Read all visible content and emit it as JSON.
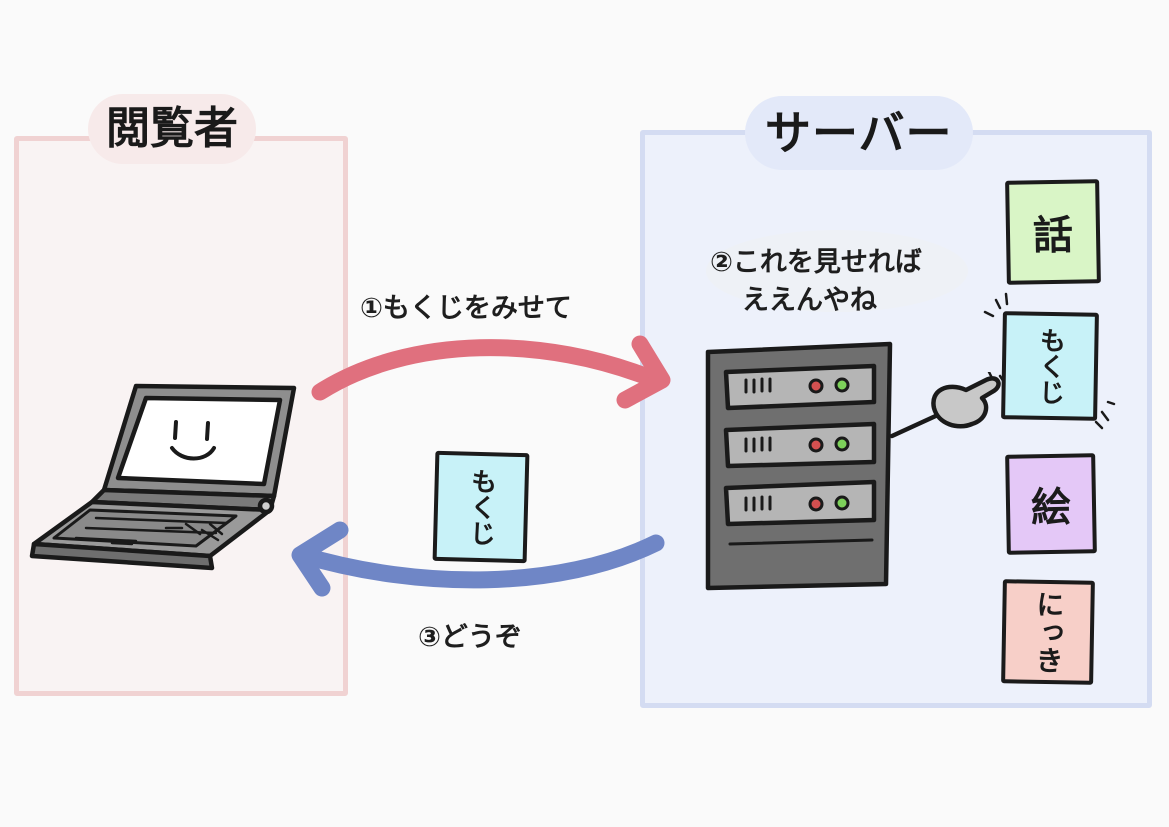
{
  "viewer": {
    "title": "閲覧者"
  },
  "server": {
    "title": "サーバー"
  },
  "steps": {
    "step1": "①もくじをみせて",
    "step2_line1": "②これを見せれば",
    "step2_line2": "ええんやね",
    "step3": "③どうぞ"
  },
  "cards": {
    "hanashi": "話",
    "mokuji": "もくじ",
    "e": "絵",
    "nikki": "にっき",
    "transfer": "もくじ"
  },
  "colors": {
    "request_arrow": "#e0707e",
    "response_arrow": "#6f86c6",
    "viewer_panel": "#f9f3f3",
    "server_panel": "#edf1fb"
  },
  "icons": {
    "laptop": "laptop-icon",
    "server": "server-rack-icon",
    "pointing_hand": "pointing-hand-icon"
  }
}
